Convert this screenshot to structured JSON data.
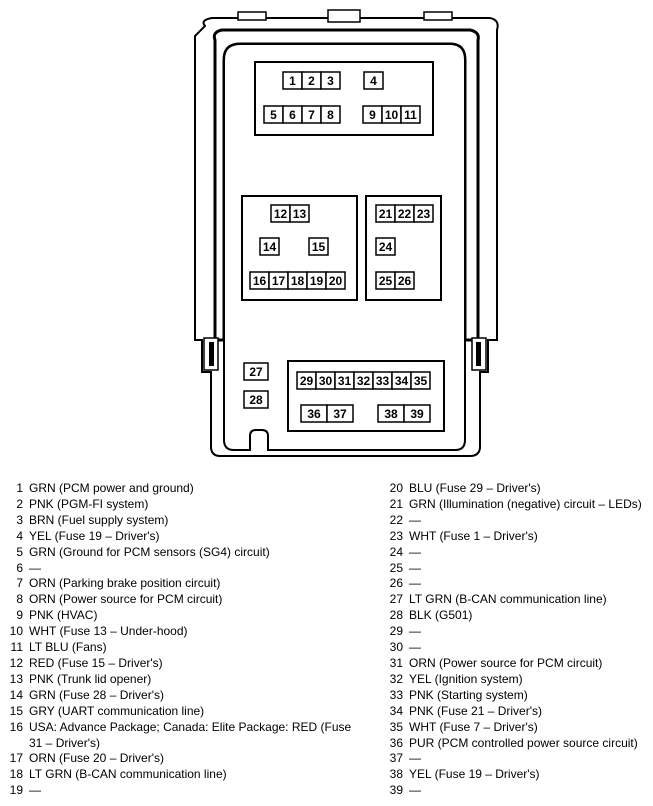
{
  "diagram": {
    "groups": [
      [
        [
          "1",
          "2",
          "3"
        ],
        [
          "4"
        ],
        [
          "5",
          "6",
          "7",
          "8"
        ],
        [
          "9",
          "10",
          "11"
        ]
      ],
      [
        [
          "12",
          "13"
        ],
        [
          "14"
        ],
        [
          "15"
        ],
        [
          "16",
          "17",
          "18",
          "19",
          "20"
        ]
      ],
      [
        [
          "21",
          "22",
          "23"
        ],
        [
          "24"
        ],
        [
          "25",
          "26"
        ]
      ],
      [
        [
          "27"
        ],
        [
          "28"
        ]
      ],
      [
        [
          "29",
          "30",
          "31",
          "32",
          "33",
          "34",
          "35"
        ],
        [
          "36",
          "37"
        ],
        [
          "38",
          "39"
        ]
      ]
    ]
  },
  "legend": {
    "left": [
      {
        "num": "1",
        "text": "GRN (PCM power and ground)"
      },
      {
        "num": "2",
        "text": "PNK (PGM-FI system)"
      },
      {
        "num": "3",
        "text": "BRN (Fuel supply system)"
      },
      {
        "num": "4",
        "text": "YEL (Fuse 19 – Driver's)"
      },
      {
        "num": "5",
        "text": "GRN (Ground for PCM sensors (SG4) circuit)"
      },
      {
        "num": "6",
        "text": "—"
      },
      {
        "num": "7",
        "text": "ORN (Parking brake position circuit)"
      },
      {
        "num": "8",
        "text": "ORN (Power source for PCM circuit)"
      },
      {
        "num": "9",
        "text": "PNK (HVAC)"
      },
      {
        "num": "10",
        "text": "WHT (Fuse 13 – Under-hood)"
      },
      {
        "num": "11",
        "text": "LT BLU (Fans)"
      },
      {
        "num": "12",
        "text": "RED (Fuse 15 – Driver's)"
      },
      {
        "num": "13",
        "text": "PNK (Trunk lid opener)"
      },
      {
        "num": "14",
        "text": "GRN (Fuse 28 – Driver's)"
      },
      {
        "num": "15",
        "text": "GRY (UART communication line)"
      },
      {
        "num": "16",
        "text": "USA: Advance Package; Canada: Elite Package: RED (Fuse 31 – Driver's)"
      },
      {
        "num": "17",
        "text": "ORN (Fuse 20 – Driver's)"
      },
      {
        "num": "18",
        "text": "LT GRN (B-CAN communication line)"
      },
      {
        "num": "19",
        "text": "—"
      }
    ],
    "right": [
      {
        "num": "20",
        "text": "BLU (Fuse 29 – Driver's)"
      },
      {
        "num": "21",
        "text": "GRN (Illumination (negative) circuit – LEDs)"
      },
      {
        "num": "22",
        "text": "—"
      },
      {
        "num": "23",
        "text": "WHT (Fuse 1 – Driver's)"
      },
      {
        "num": "24",
        "text": "—"
      },
      {
        "num": "25",
        "text": "—"
      },
      {
        "num": "26",
        "text": "—"
      },
      {
        "num": "27",
        "text": "LT GRN (B-CAN communication line)"
      },
      {
        "num": "28",
        "text": "BLK (G501)"
      },
      {
        "num": "29",
        "text": "—"
      },
      {
        "num": "30",
        "text": "—"
      },
      {
        "num": "31",
        "text": "ORN (Power source for PCM circuit)"
      },
      {
        "num": "32",
        "text": "YEL (Ignition system)"
      },
      {
        "num": "33",
        "text": "PNK (Starting system)"
      },
      {
        "num": "34",
        "text": "PNK (Fuse 21 – Driver's)"
      },
      {
        "num": "35",
        "text": "WHT (Fuse 7 – Driver's)"
      },
      {
        "num": "36",
        "text": "PUR (PCM controlled power source circuit)"
      },
      {
        "num": "37",
        "text": "—"
      },
      {
        "num": "38",
        "text": "YEL (Fuse 19 – Driver's)"
      },
      {
        "num": "39",
        "text": "—"
      }
    ]
  }
}
